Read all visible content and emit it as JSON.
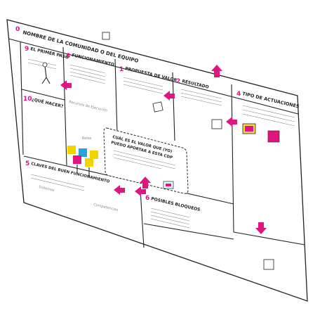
{
  "board": {
    "title": "NOMBRE DE LA COMUNIDAD O DEL EQUIPO",
    "title_num": "0"
  },
  "blocks": [
    {
      "id": "primer-paso",
      "num": "9",
      "title": "EL PRIMER PASO"
    },
    {
      "id": "funcionamiento",
      "num": "8",
      "title": "FUNCIONAMIENTO"
    },
    {
      "id": "propuesta",
      "num": "1",
      "title": "PROPUESTA DE VALOR"
    },
    {
      "id": "resultado",
      "num": "2",
      "title": "RESULTADO"
    },
    {
      "id": "tipo",
      "num": "4",
      "title": "TIPO DE ACTUACIONES"
    },
    {
      "id": "que-hacer",
      "num": "10",
      "title": "¿QUÉ HACER?"
    },
    {
      "id": "claves",
      "num": "5",
      "title": "CLAVES DEL BUEN FUNCIONAMIENTO"
    },
    {
      "id": "bloqueos",
      "num": "6",
      "title": "POSIBLES BLOQUEOS"
    }
  ],
  "center": {
    "title_line1": "CUÁL ES EL VALOR QUE (YO)",
    "title_line2": "PUEDO APORTAR A ESTA CDP"
  },
  "labels": {
    "recursos": "Recursos de Ejecución",
    "roles": "Roles",
    "sistemas": "Sistemas",
    "competencias": "Competencias"
  },
  "colors": {
    "accent": "#e0157f",
    "ink": "#222222"
  }
}
